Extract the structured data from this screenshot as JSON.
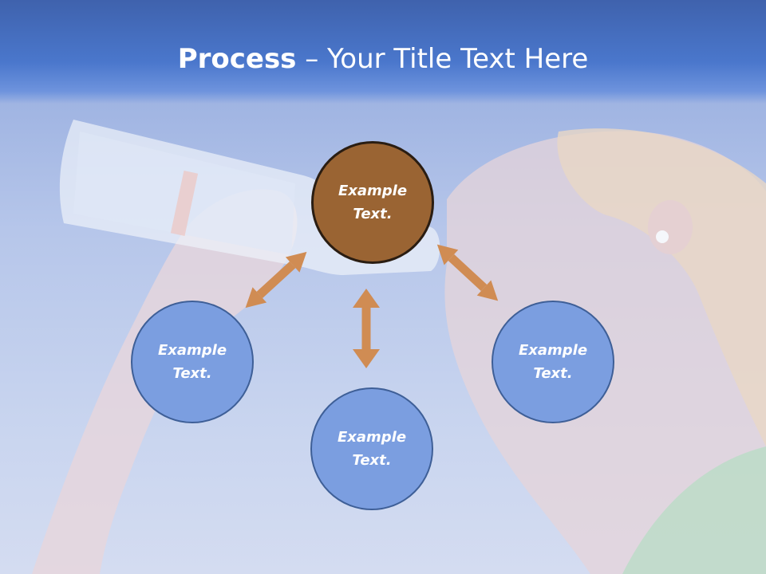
{
  "slide": {
    "title_bold": "Process",
    "title_rest": " – Your Title Text Here"
  },
  "nodes": {
    "top": {
      "line1": "Example",
      "line2": "Text."
    },
    "left": {
      "line1": "Example",
      "line2": "Text."
    },
    "right": {
      "line1": "Example",
      "line2": "Text."
    },
    "bottom": {
      "line1": "Example",
      "line2": "Text."
    }
  },
  "colors": {
    "header": "#4a77cc",
    "node_blue": "#7b9ee0",
    "node_brown": "#9a6433",
    "arrow": "#d08c53"
  }
}
